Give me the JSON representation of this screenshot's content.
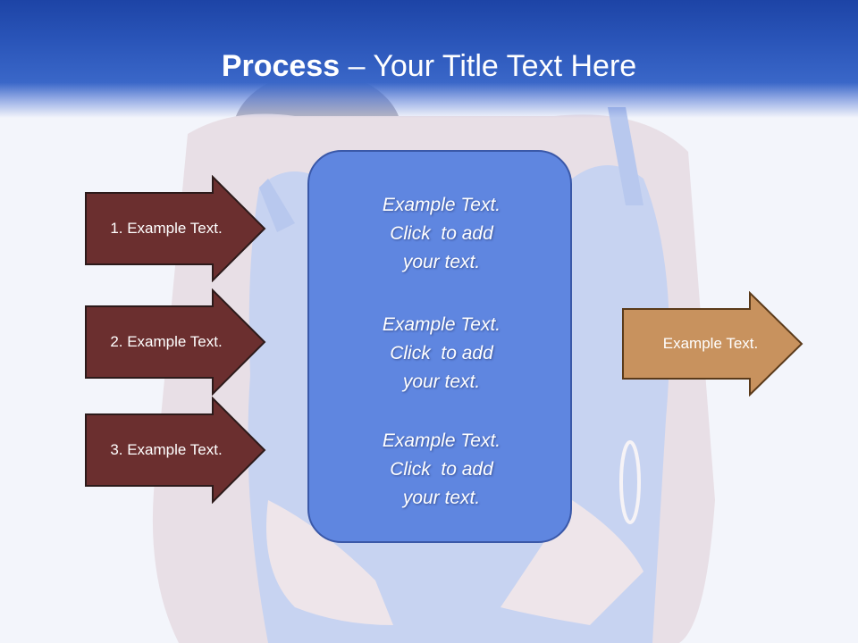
{
  "colors": {
    "title_band": "#2a55b9",
    "left_arrow_fill": "#6b2f2f",
    "center_box_fill": "#5f86e0",
    "right_arrow_fill": "#c8925e"
  },
  "slide": {
    "title_bold": "Process",
    "title_rest": " – Your Title Text Here"
  },
  "steps": [
    {
      "label": "1. Example Text."
    },
    {
      "label": "2. Example Text."
    },
    {
      "label": "3. Example Text."
    }
  ],
  "center": [
    {
      "line1": "Example Text.",
      "line2": "Click  to add",
      "line3": "your text."
    },
    {
      "line1": "Example Text.",
      "line2": "Click  to add",
      "line3": "your text."
    },
    {
      "line1": "Example Text.",
      "line2": "Click  to add",
      "line3": "your text."
    }
  ],
  "output": {
    "label": "Example Text."
  }
}
